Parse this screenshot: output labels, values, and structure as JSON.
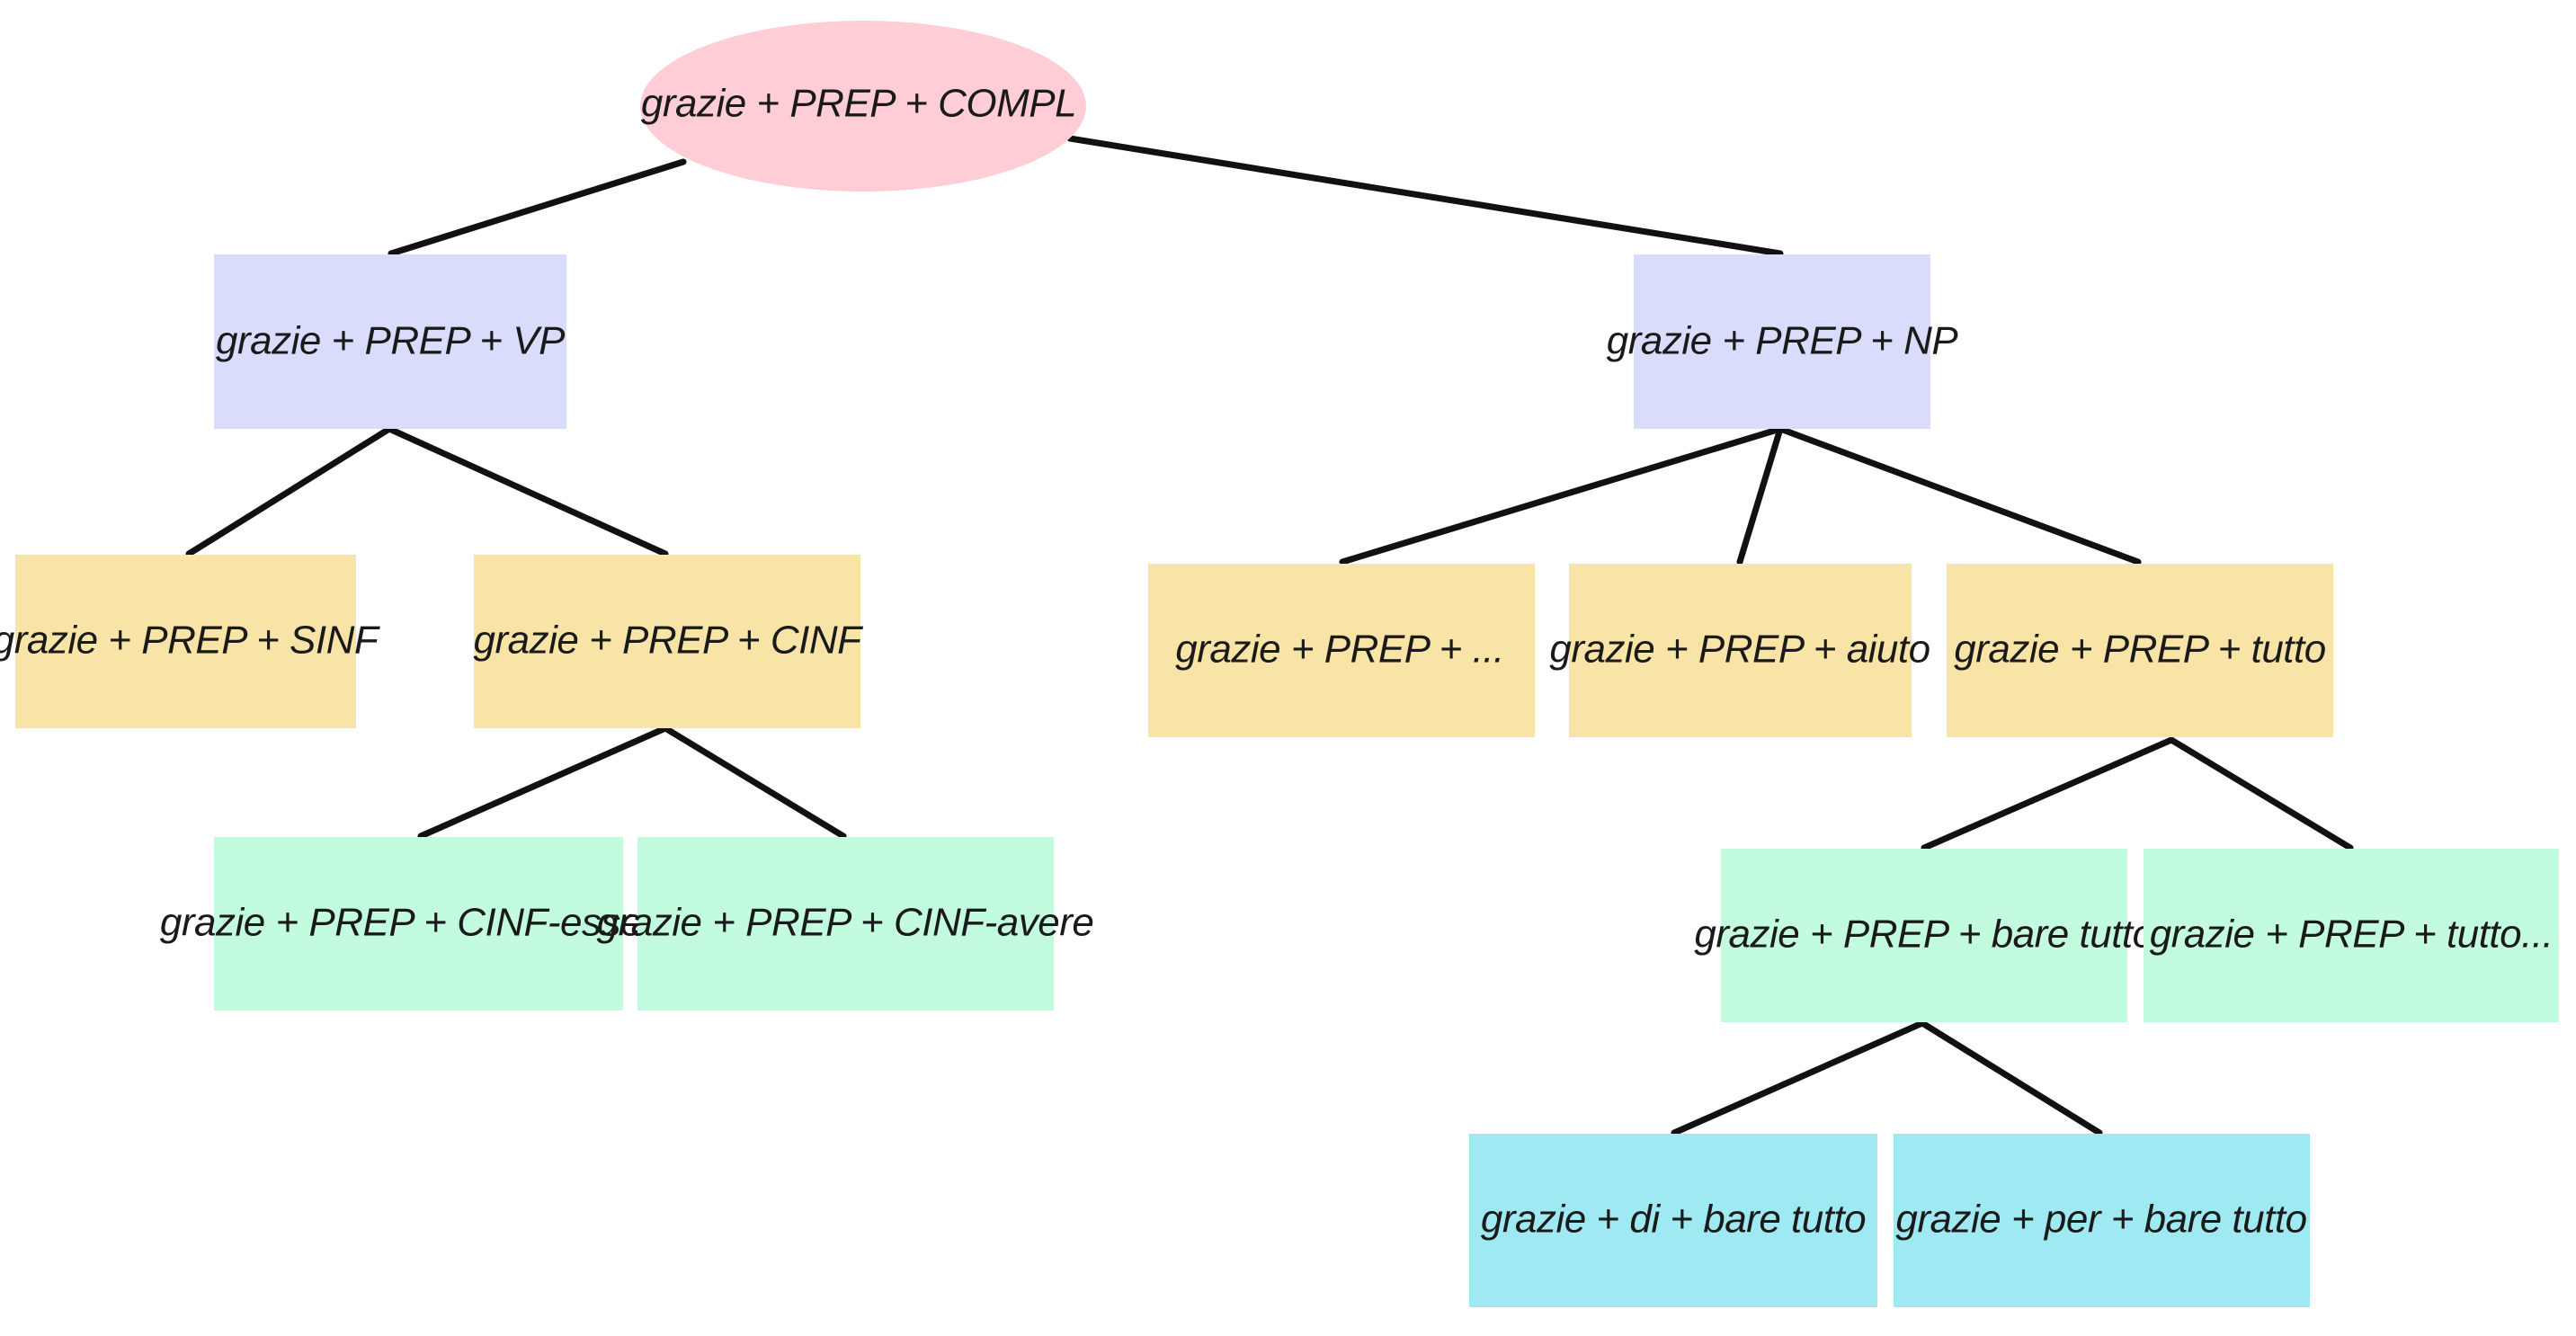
{
  "colors": {
    "root": "#ffcdd5",
    "level1": "#d9dcfb",
    "level2": "#f9e4a8",
    "level3": "#c2fbde",
    "level4": "#9fe9f3",
    "edge": "#111111",
    "text": "#1a1a1a"
  },
  "nodes": {
    "root": {
      "label": "grazie + PREP + COMPL"
    },
    "vp": {
      "label": "grazie + PREP + VP"
    },
    "np": {
      "label": "grazie + PREP + NP"
    },
    "sinf": {
      "label": "grazie + PREP +  SINF"
    },
    "cinf": {
      "label": "grazie + PREP + CINF"
    },
    "np_ellipsis": {
      "label": "grazie + PREP + ..."
    },
    "aiuto": {
      "label": "grazie + PREP +  aiuto"
    },
    "tutto": {
      "label": "grazie + PREP + tutto"
    },
    "cinf_essere": {
      "label": "grazie + PREP + CINF-essere"
    },
    "cinf_avere": {
      "label": "grazie + PREP + CINF-avere"
    },
    "bare_tutto": {
      "label": "grazie + PREP + bare tutto"
    },
    "tutto_ellipsis": {
      "label": "grazie + PREP + tutto..."
    },
    "di_bare_tutto": {
      "label": "grazie + di + bare tutto"
    },
    "per_bare_tutto": {
      "label": "grazie + per + bare tutto"
    }
  }
}
